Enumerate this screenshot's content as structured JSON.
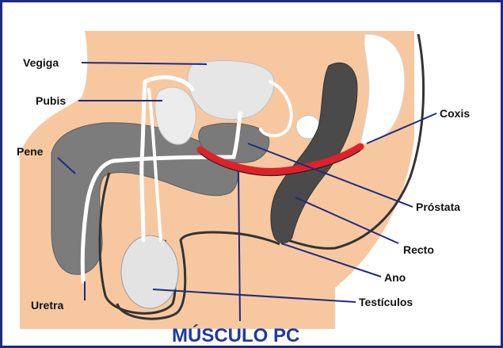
{
  "labels": {
    "vegiga": "Vegiga",
    "pubis": "Pubis",
    "pene": "Pene",
    "uretra": "Uretra",
    "coxis": "Coxis",
    "prostata": "Próstata",
    "recto": "Recto",
    "ano": "Ano",
    "testiculos": "Testículos"
  },
  "title": "MÚSCULO PC",
  "colors": {
    "skin": "#f7c8a0",
    "organ_gray": "#7c7c7c",
    "organ_dark": "#4a4a4a",
    "light_organ": "#e6e6e6",
    "muscle_red": "#e0202a",
    "leader_line": "#1f2a80",
    "title_blue": "#1f3aa0",
    "frame_border": "#1f2a80"
  }
}
